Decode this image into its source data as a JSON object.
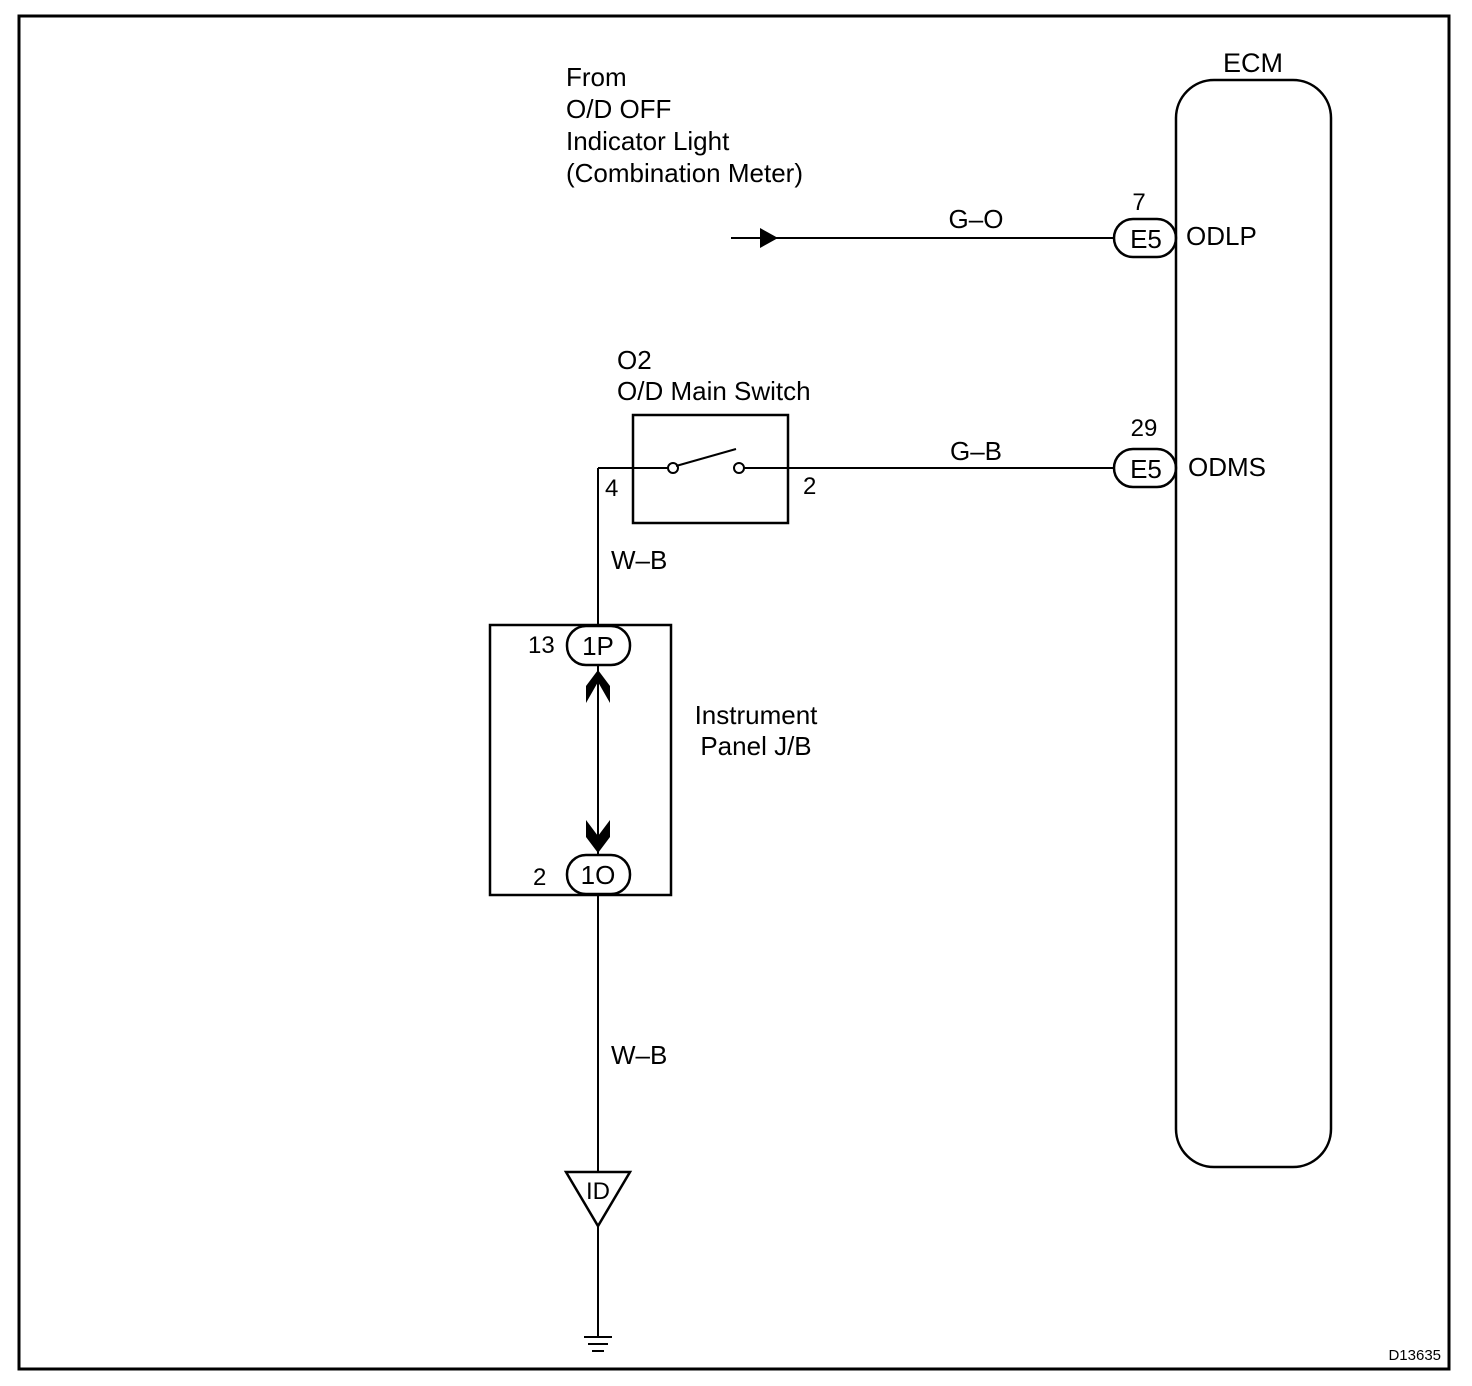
{
  "source": {
    "lines": [
      "From",
      "O/D OFF",
      "Indicator Light",
      "(Combination Meter)"
    ]
  },
  "ecm": {
    "label": "ECM",
    "pins": [
      {
        "pin_number": "7",
        "connector": "E5",
        "terminal": "ODLP",
        "wire": "G–O"
      },
      {
        "pin_number": "29",
        "connector": "E5",
        "terminal": "ODMS",
        "wire": "G–B"
      }
    ]
  },
  "switch": {
    "id": "O2",
    "name": "O/D Main Switch",
    "left_terminal": "4",
    "right_terminal": "2"
  },
  "junction_box": {
    "lines": [
      "Instrument",
      "Panel J/B"
    ],
    "top_pin": "13",
    "top_connector": "1P",
    "bottom_pin": "2",
    "bottom_connector": "1O"
  },
  "wires": {
    "upper_ground_wire": "W–B",
    "lower_ground_wire": "W–B"
  },
  "ground": {
    "label": "ID"
  },
  "figure_code": "D13635"
}
